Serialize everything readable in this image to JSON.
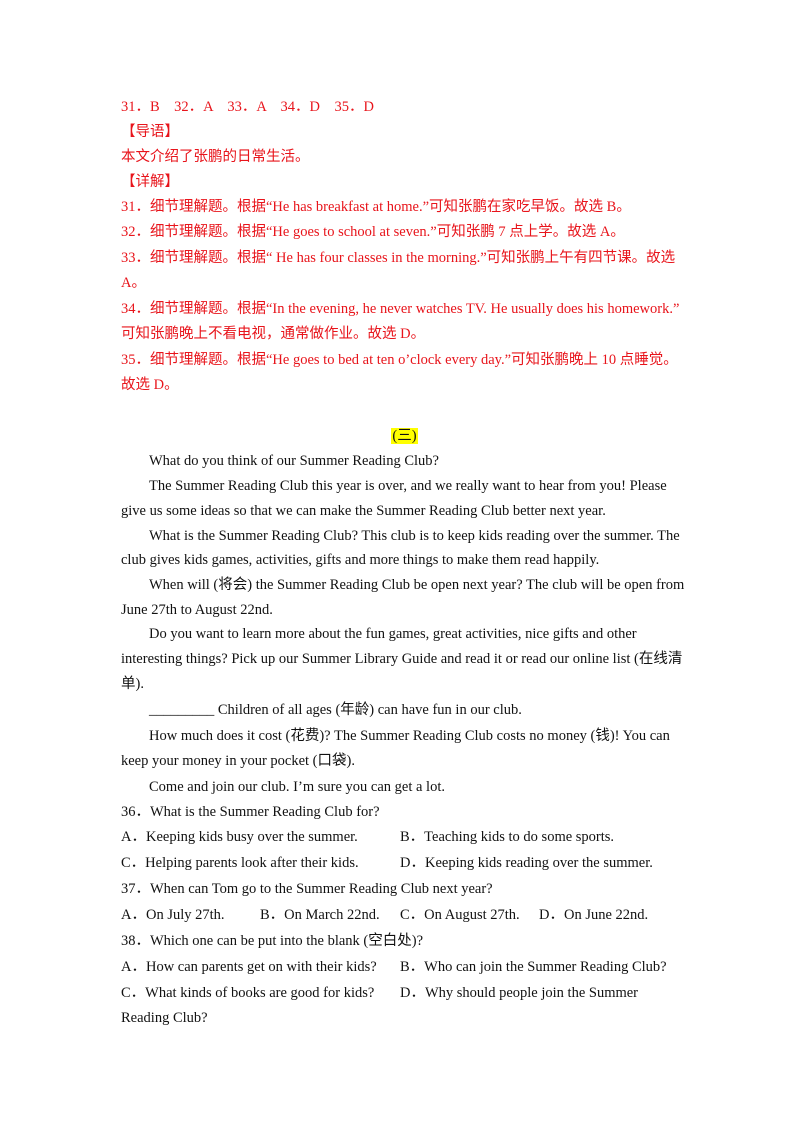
{
  "answers": {
    "key": "31．B　32．A　33．A　34．D　35．D",
    "guide_label": "【导语】",
    "guide_text": "本文介绍了张鹏的日常生活。",
    "detail_label": "【详解】",
    "d31": "31．细节理解题。根据“He has breakfast at home.”可知张鹏在家吃早饭。故选 B。",
    "d32": "32．细节理解题。根据“He goes to school at seven.”可知张鹏 7 点上学。故选 A。",
    "d33_l1": "33．细节理解题。根据“ He has four classes in the morning.”可知张鹏上午有四节课。故选",
    "d33_l2": "A。",
    "d34_l1": "34．细节理解题。根据“In the evening, he never watches TV. He usually does his homework.”",
    "d34_l2": "可知张鹏晚上不看电视，通常做作业。故选 D。",
    "d35_l1": "35．细节理解题。根据“He goes to bed at ten o’clock every day.”可知张鹏晚上 10 点睡觉。",
    "d35_l2": "故选 D。"
  },
  "section": {
    "heading": "(三)"
  },
  "passage": {
    "p1": "What do you think of our Summer Reading Club?",
    "p2_l1": "The Summer Reading Club this year is over, and we really want to hear from you! Please",
    "p2_l2": "give us some ideas so that we can make the Summer Reading Club better next year.",
    "p3_l1": "What is the Summer Reading Club? This club is to keep kids reading over the summer. The",
    "p3_l2": "club gives kids games, activities, gifts and more things to make them read happily.",
    "p4_l1": "When will (将会) the Summer Reading Club be open next year? The club will be open from",
    "p4_l2": "June 27th to August 22nd.",
    "p5_l1": "Do you want to learn more about the fun games, great activities, nice gifts and other",
    "p5_l2": "interesting things? Pick up our Summer Library Guide and read it or read our online list (在线清",
    "p5_l3": "单).",
    "p6": "_________ Children of all ages (年龄) can have fun in our club.",
    "p7_l1": "How much does it cost (花费)? The Summer Reading Club costs no money (钱)! You can",
    "p7_l2": "keep your money in your pocket (口袋).",
    "p8": "Come and join our club. I’m sure you can get a lot."
  },
  "questions": {
    "q36": {
      "stem": "36．What is the Summer Reading Club for?",
      "a": "A．Keeping kids busy over the summer.",
      "b": "B．Teaching kids to do some sports.",
      "c": "C．Helping parents look after their kids.",
      "d": "D．Keeping kids reading over the summer."
    },
    "q37": {
      "stem": "37．When can Tom go to the Summer Reading Club next year?",
      "a": "A．On July 27th.",
      "b": "B．On March 22nd.",
      "c": "C．On August 27th.",
      "d": "D．On June 22nd."
    },
    "q38": {
      "stem": "38．Which one can be put into the blank (空白处)?",
      "a": "A．How can parents get on with their kids?",
      "b": "B．Who can join the Summer Reading Club?",
      "c": "C．What kinds of books are good for kids?",
      "d_l1": "D．Why should people join the Summer",
      "d_l2": "Reading Club?"
    }
  },
  "colors": {
    "answer_red": "#e8141b",
    "highlight_yellow": "#ffff00",
    "text": "#111111"
  }
}
